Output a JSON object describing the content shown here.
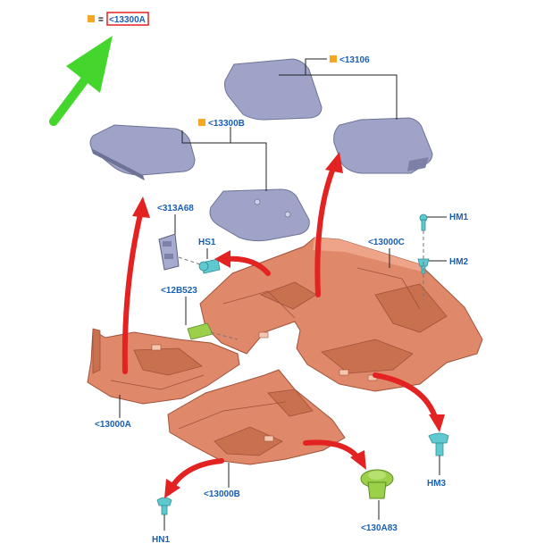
{
  "legend": {
    "marker_color": "#f5a623",
    "equals": "=",
    "ref": "<13300A",
    "ref_box_color": "#e32222"
  },
  "colors": {
    "label_blue": "#1a5fb4",
    "carpet": "#e0896a",
    "floor_mat": "#9fa3c8",
    "arrow_red": "#e32222",
    "arrow_green": "#45d62e",
    "clip_teal": "#5ec9cf",
    "clip_green": "#9ad04a"
  },
  "parts": {
    "mats_rear": "<13106",
    "mats_front": "<13300B",
    "bracket": "<313A68",
    "hs1": "HS1",
    "pad": "<12B523",
    "carpet_main": "<13000C",
    "carpet_front_left": "<13000A",
    "carpet_front_right": "<13000B",
    "hm1": "HM1",
    "hm2": "HM2",
    "hm3": "HM3",
    "hn1": "HN1",
    "clip_large": "<130A83"
  }
}
